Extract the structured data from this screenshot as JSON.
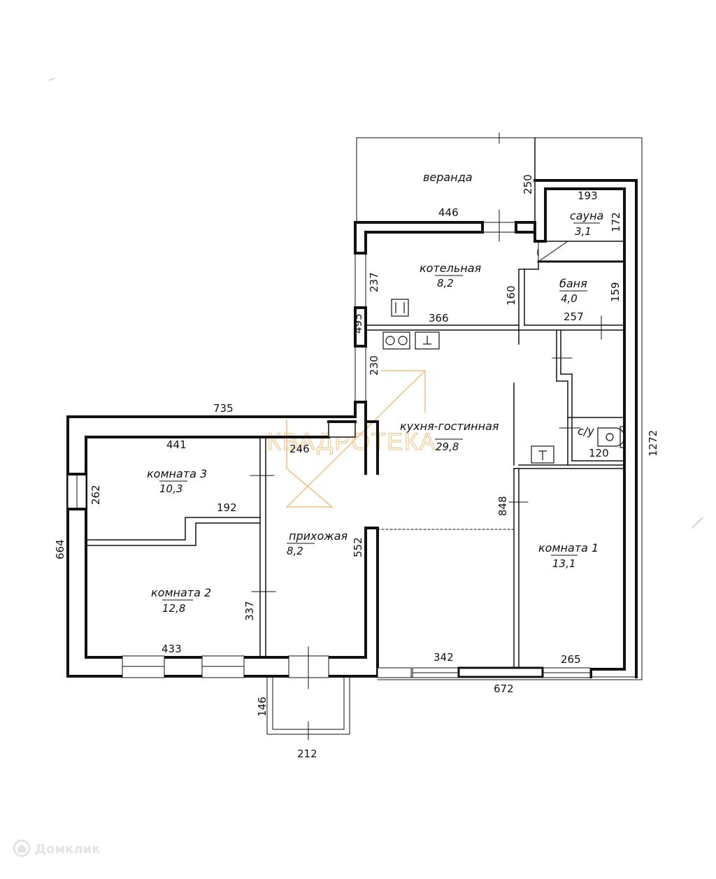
{
  "rooms": {
    "veranda": {
      "name": "веранда"
    },
    "sauna": {
      "name": "сауна",
      "area": "3,1"
    },
    "boiler": {
      "name": "котельная",
      "area": "8,2"
    },
    "banya": {
      "name": "баня",
      "area": "4,0"
    },
    "kitchen": {
      "name": "кухня-гостинная",
      "area": "29,8"
    },
    "wc": {
      "name": "с/у"
    },
    "room3": {
      "name": "комната 3",
      "area": "10,3"
    },
    "hall": {
      "name": "прихожая",
      "area": "8,2"
    },
    "room2": {
      "name": "комната 2",
      "area": "12,8"
    },
    "room1": {
      "name": "комната 1",
      "area": "13,1"
    }
  },
  "dimensions": {
    "d735": "735",
    "d441": "441",
    "d246": "246",
    "d262": "262",
    "d192": "192",
    "d664": "664",
    "d337": "337",
    "d552": "552",
    "d433": "433",
    "d342": "342",
    "d265": "265",
    "d672": "672",
    "d146": "146",
    "d212": "212",
    "d848": "848",
    "d1272": "1272",
    "d120": "120",
    "d257": "257",
    "d159": "159",
    "d160": "160",
    "d366": "366",
    "d237": "237",
    "d495": "495",
    "d230": "230",
    "d446": "446",
    "d250": "250",
    "d193": "193",
    "d172": "172"
  },
  "watermark": "КВАДРОТЕКА",
  "footer_logo": "Домклик",
  "colors": {
    "walls": "#111111",
    "watermark": "#f0c080",
    "footer": "#e4e4e4"
  }
}
